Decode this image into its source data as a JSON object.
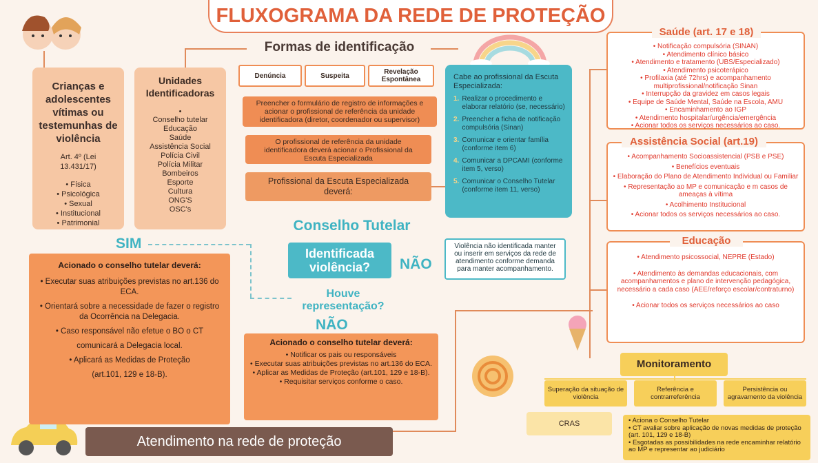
{
  "title": "FLUXOGRAMA DA REDE DE PROTEÇÃO",
  "formas": {
    "heading": "Formas de identificação",
    "types": [
      "Denúncia",
      "Suspeita",
      "Revelação Espontânea"
    ],
    "step1": "Preencher o formulário de registro de informações e acionar o profissional de referência da unidade identificadora (diretor, coordenador ou supervisor)",
    "step2": "O profissional de referência da unidade identificadora deverá acionar o Profissional da Escuta Especializada",
    "step3": "Profissional da Escuta Especializada deverá:"
  },
  "criancas": {
    "title": "Crianças e adolescentes vítimas ou testemunhas de violência",
    "law": "Art. 4º (Lei 13.431/17)",
    "types": [
      "Física",
      "Psicológica",
      "Sexual",
      "Institucional",
      "Patrimonial"
    ]
  },
  "unidades": {
    "title": "Unidades Identificadoras",
    "dot": "•",
    "items": [
      "Conselho tutelar",
      "Educação",
      "Saúde",
      "Assistência Social",
      "Polícia Civil",
      "Polícia Militar",
      "Bombeiros",
      "Esporte",
      "Cultura",
      "ONG'S",
      "OSC's"
    ]
  },
  "escuta": {
    "intro": "Cabe ao profissional da Escuta Especializada:",
    "items": [
      {
        "num": "1.",
        "text": "Realizar o procedimento e elaborar relatório (se, necessário)"
      },
      {
        "num": "2.",
        "text": "Preencher a ficha de notificação compulsória (Sinan)"
      },
      {
        "num": "3.",
        "text": "Comunicar e orientar família (conforme item 6)"
      },
      {
        "num": "4.",
        "text": "Comunicar a DPCAMI (conforme item 5, verso)"
      },
      {
        "num": "5.",
        "text": "Comunicar o Conselho Tutelar (conforme item 11, verso)"
      }
    ]
  },
  "conselho_tutelar": "Conselho Tutelar",
  "sim": "SIM",
  "nao": "NÃO",
  "nao2": "NÃO",
  "identificada": "Identificada violência?",
  "houve": "Houve representação?",
  "violencia_nao": "Violência não identificada manter ou inserir em serviços da rede de atendimento conforme demanda para manter acompanhamento.",
  "left_orange": {
    "title": "Acionado o conselho tutelar deverá:",
    "items": [
      "• Executar suas atribuições previstas no art.136 do ECA.",
      "• Orientará sobre a necessidade de fazer o registro da Ocorrência na Delegacia.",
      "• Caso responsável não efetue o BO o CT",
      "comunicará a Delegacia local.",
      "• Aplicará as Medidas de Proteção",
      "(art.101, 129 e 18-B)."
    ]
  },
  "mid_orange": {
    "title": "Acionado o conselho tutelar deverá:",
    "items": [
      "• Notificar os pais ou responsáveis",
      "• Executar suas atribuições previstas no art.136 do ECA.",
      "• Aplicar as Medidas de Proteção (art.101, 129 e 18-B).",
      "• Requisitar serviços conforme o caso."
    ]
  },
  "atendimento": "Atendimento na rede de proteção",
  "saude": {
    "title": "Saúde (art. 17 e 18)",
    "items": [
      "• Notificação compulsória (SINAN)",
      "• Atendimento clínico básico",
      "• Atendimento e tratamento (UBS/Especializado)",
      "• Atendimento psicoterápico",
      "• Profilaxia (até 72hrs) e acompanhamento multiprofissional/notificação Sinan",
      "• Interrupção da gravidez em casos legais",
      "• Equipe de Saúde Mental, Saúde na Escola, AMU",
      "• Encaminhamento ao IGP",
      "• Atendimento hospitalar/urgência/emergência",
      "• Acionar todos os serviços necessários ao caso."
    ]
  },
  "assistencia": {
    "title": "Assistência Social (art.19)",
    "items": [
      "• Acompanhamento Socioassistencial (PSB e PSE)",
      "• Benefícios eventuais",
      "• Elaboração do Plano de Atendimento Individual ou Familiar",
      "• Representação ao MP e comunicação e m casos de ameaças à vítima",
      "• Acolhimento Institucional",
      "• Acionar todos os serviços necessários ao caso."
    ]
  },
  "educacao": {
    "title": "Educação",
    "items": [
      "• Atendimento psicossocial, NEPRE (Estado)",
      "• Atendimento às demandas educacionais, com acompanhamentos e plano de intervenção pedagógica, necessário a cada caso (AEE/reforço escolar/contraturno)",
      "• Acionar todos os serviços necessários ao caso"
    ]
  },
  "monitoramento": {
    "title": "Monitoramento",
    "cols": [
      "Superação da situação de violência",
      "Referência e contrarreferência",
      "Persistência ou agravamento da violência"
    ],
    "cras": "CRAS",
    "actions": [
      "• Aciona o Conselho Tutelar",
      "• CT avaliar sobre aplicação de novas medidas de proteção (art. 101, 129 e 18-B)",
      "• Esgotadas as possibilidades na rede encaminhar relatório ao MP e representar ao judiciário"
    ]
  }
}
